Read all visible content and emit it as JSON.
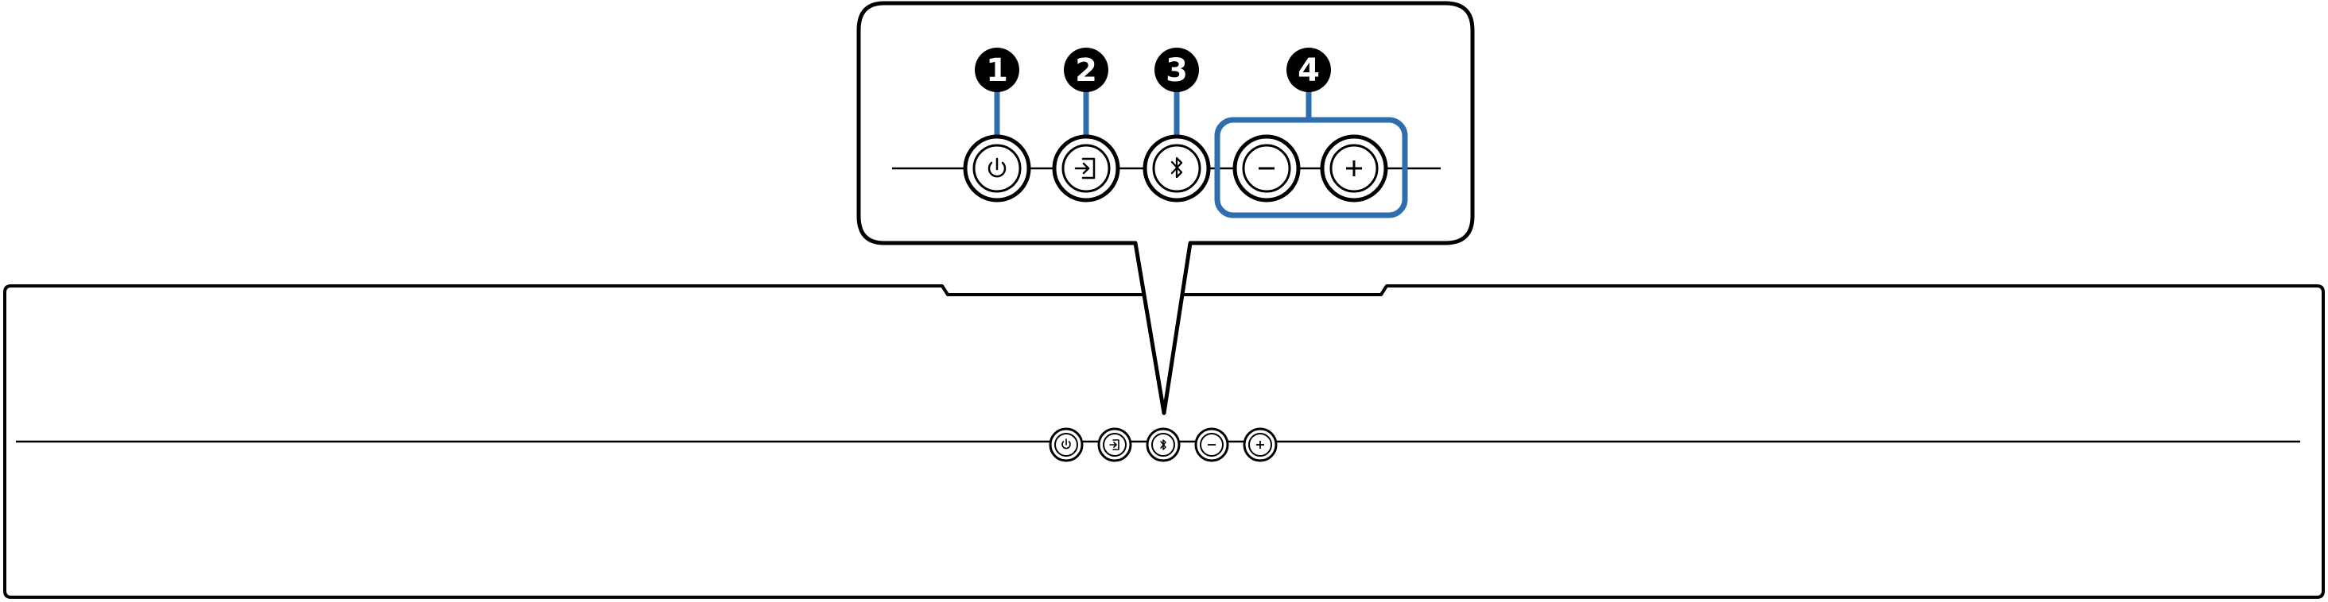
{
  "callouts": [
    {
      "number": "1",
      "target": "power"
    },
    {
      "number": "2",
      "target": "input"
    },
    {
      "number": "3",
      "target": "bluetooth"
    },
    {
      "number": "4",
      "target": "volume"
    }
  ],
  "buttons": [
    {
      "id": "power",
      "icon": "power-icon"
    },
    {
      "id": "input",
      "icon": "input-icon"
    },
    {
      "id": "bluetooth",
      "icon": "bluetooth-icon"
    },
    {
      "id": "volume-down",
      "icon": "minus-icon"
    },
    {
      "id": "volume-up",
      "icon": "plus-icon"
    }
  ],
  "colors": {
    "stroke": "#000000",
    "accent": "#2f6eac",
    "background": "#ffffff",
    "callout_text": "#ffffff"
  }
}
